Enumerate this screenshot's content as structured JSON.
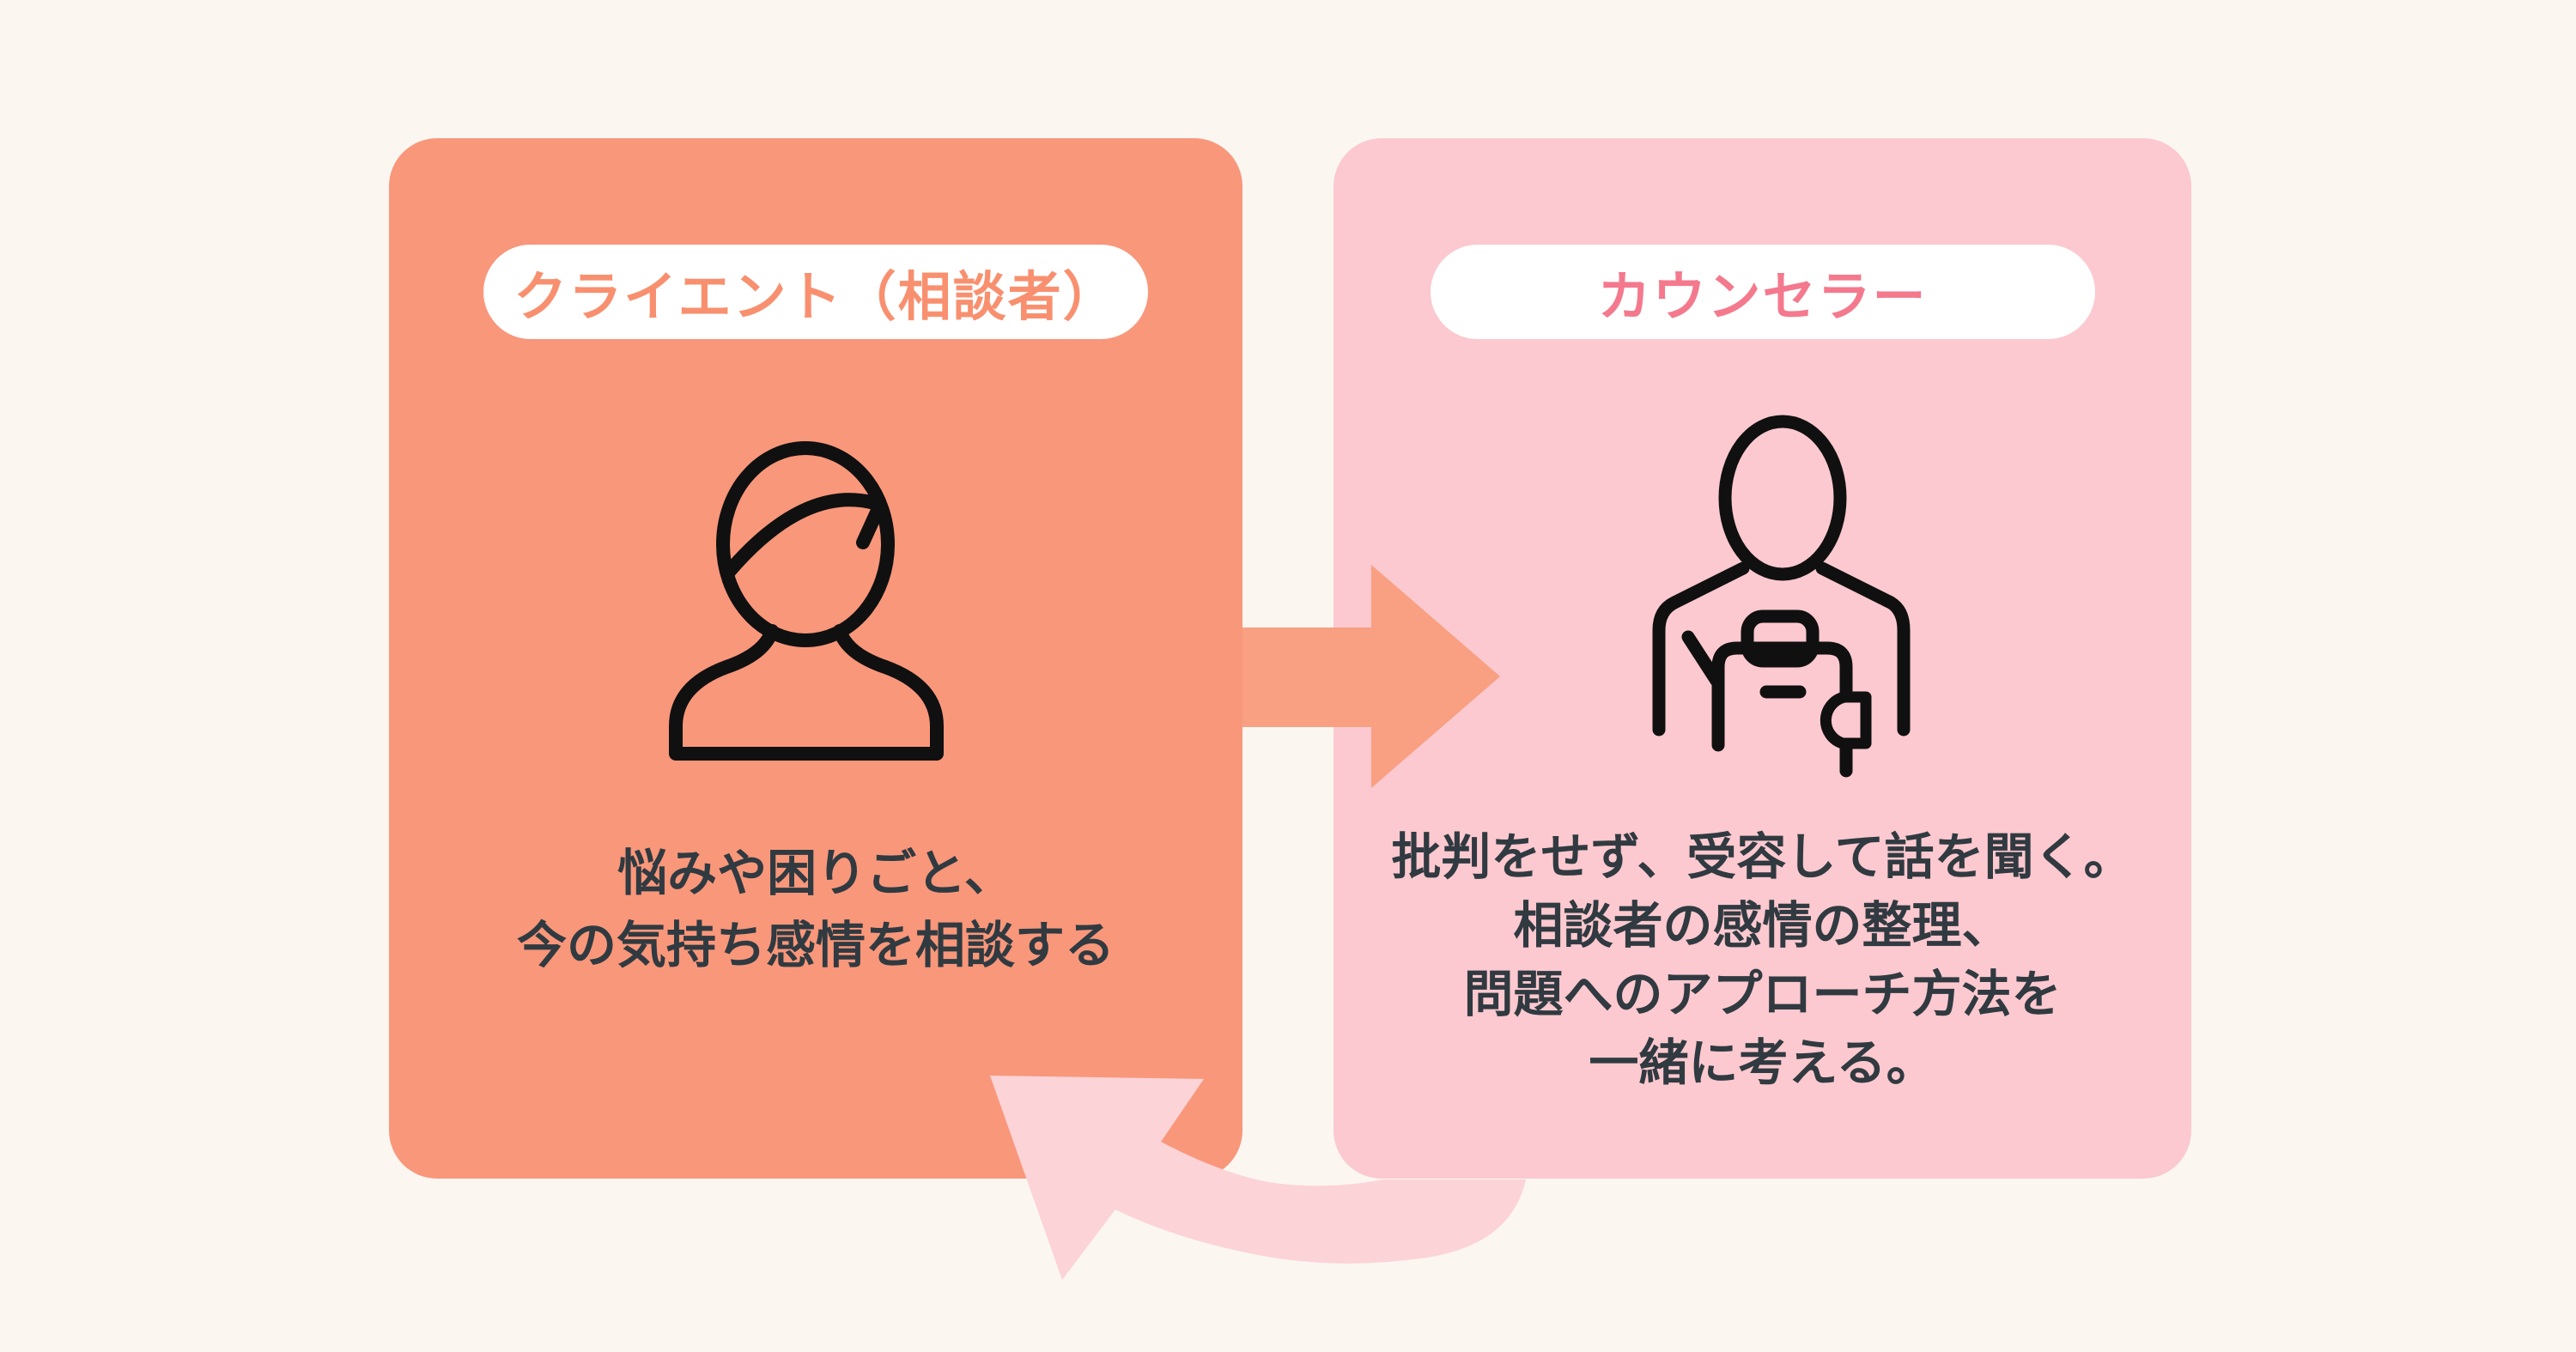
{
  "diagram_title": "",
  "client_card": {
    "title": "クライエント（相談者）",
    "description_lines": [
      "悩みや困りごと、",
      "今の気持ち感情を相談する"
    ],
    "bg_color": "#F9977B",
    "title_color": "#F8906F",
    "icon": "person-icon"
  },
  "counselor_card": {
    "title": "カウンセラー",
    "description_lines": [
      "批判をせず、受容して話を聞く。",
      "相談者の感情の整理、",
      "問題へのアプローチ方法を",
      "一緒に考える。"
    ],
    "bg_color": "#FBC9CF",
    "title_color": "#F4798D",
    "icon": "counselor-clipboard-icon"
  },
  "arrows": {
    "forward": {
      "meaning": "client consults counselor",
      "direction": "left-to-right",
      "color": "#F99F82"
    },
    "return": {
      "meaning": "counselor responds to client",
      "direction": "right-to-left",
      "color": "#FCD3D7"
    }
  },
  "colors": {
    "background": "#FCF6F1",
    "text": "#303A40",
    "icon_stroke": "#101010",
    "pill_background": "#FFFFFF"
  }
}
